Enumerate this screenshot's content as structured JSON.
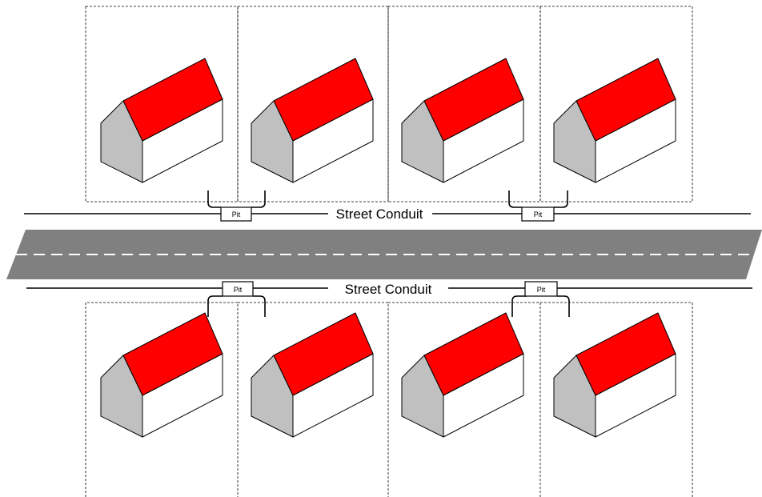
{
  "conduit_top": {
    "label": "Street Conduit"
  },
  "conduit_bottom": {
    "label": "Street Conduit"
  },
  "pits": [
    {
      "label": "Pit"
    },
    {
      "label": "Pit"
    },
    {
      "label": "Pit"
    },
    {
      "label": "Pit"
    }
  ],
  "colors": {
    "roof": "#ff0000",
    "gable": "#c0c0c0",
    "wall": "#ffffff",
    "road": "#808080",
    "lane_marking": "#ffffff",
    "lines": "#000000"
  },
  "houses_top_count": 4,
  "houses_bottom_count": 4
}
